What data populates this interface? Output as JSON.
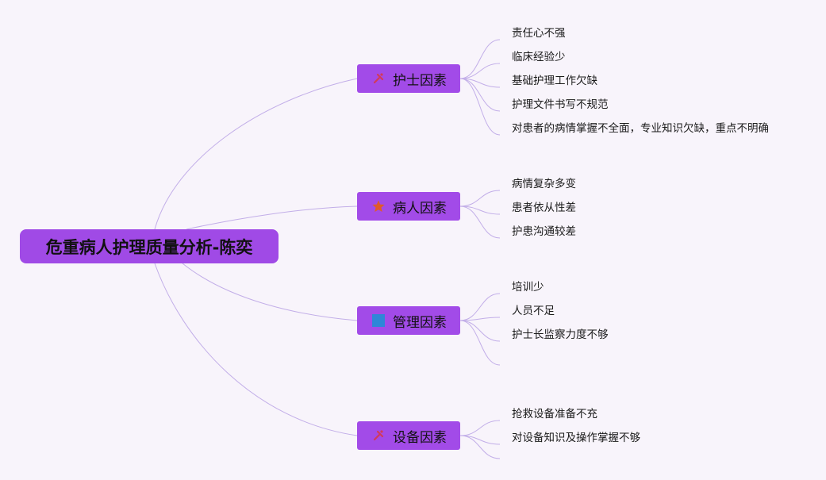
{
  "root": {
    "label": "危重病人护理质量分析-陈奕"
  },
  "branches": [
    {
      "label": "护士因素",
      "icon": "tools-icon",
      "items": [
        "责任心不强",
        "临床经验少",
        "基础护理工作欠缺",
        "护理文件书写不规范",
        "对患者的病情掌握不全面，专业知识欠缺，重点不明确"
      ]
    },
    {
      "label": "病人因素",
      "icon": "star-icon",
      "items": [
        "病情复杂多变",
        "患者依从性差",
        "护患沟通较差"
      ]
    },
    {
      "label": "管理因素",
      "icon": "blue-square-icon",
      "items": [
        "培训少",
        "人员不足",
        "护士长监察力度不够",
        ""
      ]
    },
    {
      "label": "设备因素",
      "icon": "tools-icon",
      "items": [
        "抢救设备准备不充",
        "对设备知识及操作掌握不够",
        ""
      ]
    }
  ],
  "colors": {
    "background": "#f8f4fb",
    "node_fill": "#a24be8",
    "connector": "#c2aee8",
    "tools_icon": "#d23a5a",
    "star_icon": "#e05a2a",
    "square_icon": "#2f86d8"
  }
}
